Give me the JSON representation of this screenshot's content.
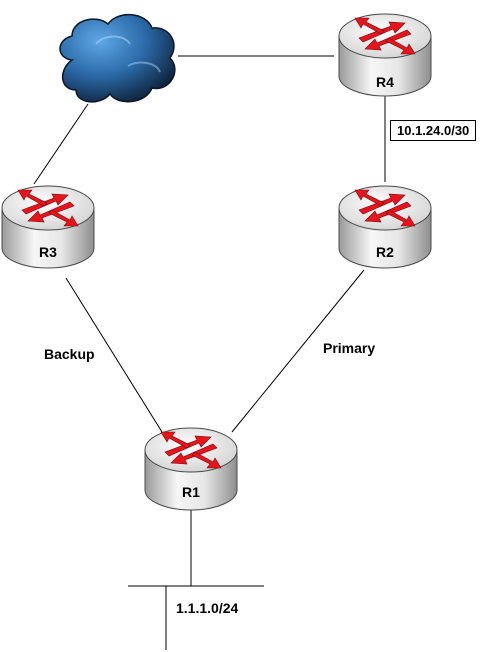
{
  "routers": {
    "r1": {
      "name": "R1"
    },
    "r2": {
      "name": "R2"
    },
    "r3": {
      "name": "R3"
    },
    "r4": {
      "name": "R4"
    }
  },
  "links": {
    "backup_label": "Backup",
    "primary_label": "Primary"
  },
  "subnets": {
    "r2_r4": "10.1.24.0/30",
    "lan": "1.1.1.0/24"
  },
  "icons": {
    "router": "router-icon",
    "cloud": "cloud-icon"
  },
  "colors": {
    "router_body_light": "#f4f4f4",
    "router_body_dark": "#a6a6a6",
    "arrow_red": "#e8141c",
    "cloud_blue": "#3a7fc0",
    "cloud_dark": "#0d1a2c"
  }
}
